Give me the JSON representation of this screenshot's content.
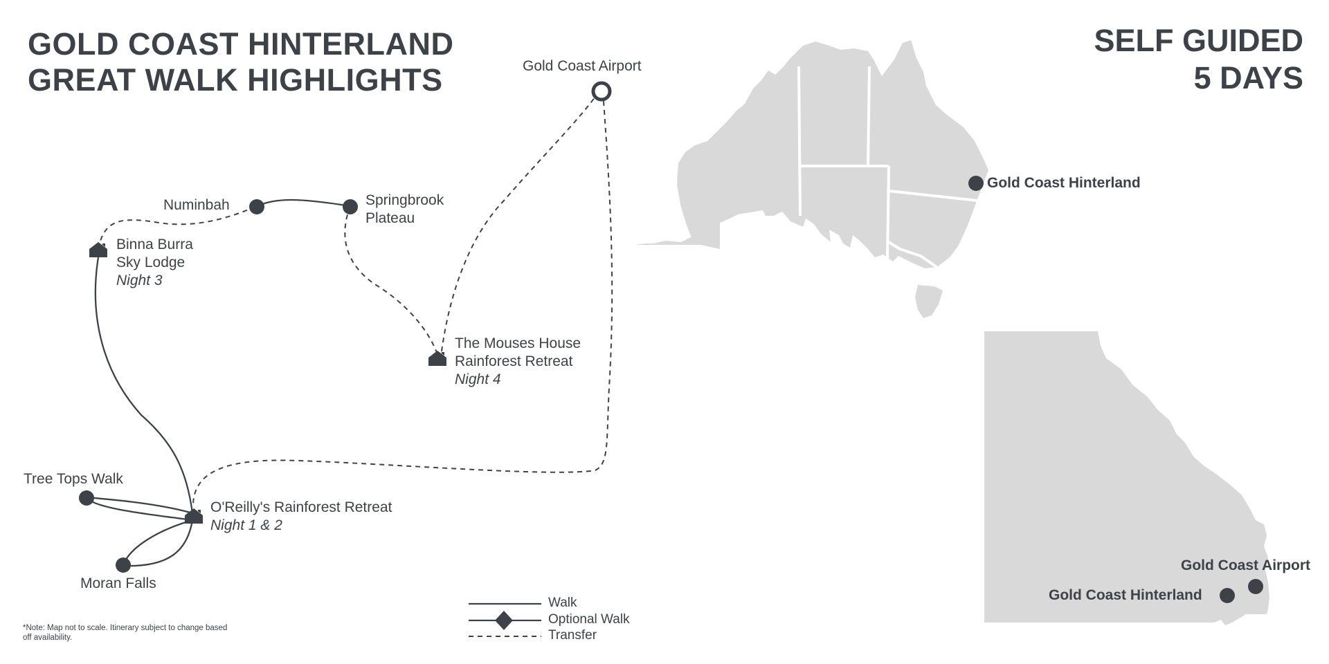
{
  "title": {
    "line1": "GOLD COAST HINTERLAND",
    "line2": "GREAT WALK HIGHLIGHTS"
  },
  "badge": {
    "line1": "SELF GUIDED",
    "line2": "5 DAYS"
  },
  "places": {
    "airport": "Gold Coast Airport",
    "numinbah": "Numinbah",
    "springbrook_1": "Springbrook",
    "springbrook_2": "Plateau",
    "binna_1": "Binna Burra",
    "binna_2": "Sky Lodge",
    "binna_night": "Night 3",
    "mouses_1": "The Mouses House",
    "mouses_2": "Rainforest Retreat",
    "mouses_night": "Night 4",
    "treetops": "Tree Tops Walk",
    "oreilly": "O'Reilly's Rainforest Retreat",
    "oreilly_night": "Night 1 & 2",
    "moran": "Moran Falls"
  },
  "inset_australia": {
    "marker": "Gold Coast Hinterland"
  },
  "inset_queensland": {
    "marker_airport": "Gold Coast Airport",
    "marker_hinterland": "Gold Coast Hinterland"
  },
  "legend": {
    "walk": "Walk",
    "optional": "Optional Walk",
    "transfer": "Transfer"
  },
  "note": "*Note: Map not to scale. Itinerary subject to change based off availability.",
  "colors": {
    "ink": "#3d4148",
    "land": "#d9d9d9",
    "background": "#ffffff"
  },
  "icons": {
    "lodge": "house-icon",
    "stop": "dot-marker",
    "airport": "ring-marker"
  }
}
